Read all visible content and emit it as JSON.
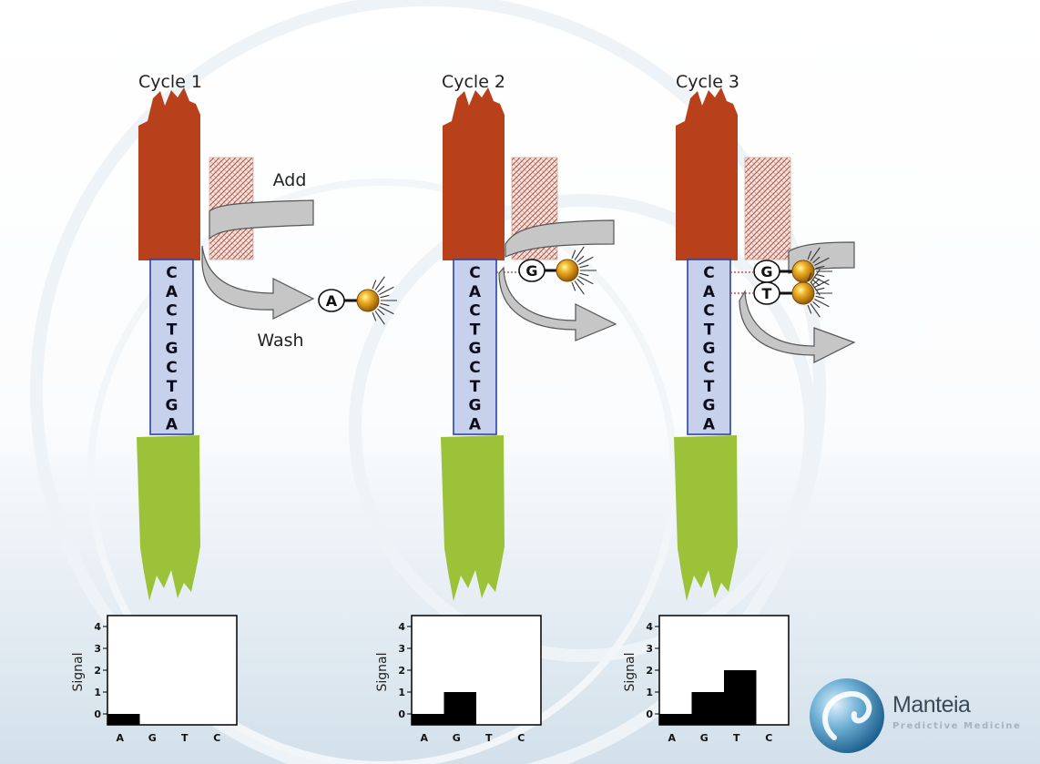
{
  "cycles": [
    {
      "title": "Cycle 1",
      "template_sequence": [
        "C",
        "A",
        "C",
        "T",
        "G",
        "C",
        "T",
        "G",
        "A"
      ],
      "added_nucleotides": [
        "A"
      ],
      "incorporated_count": 0,
      "chart_data": {
        "type": "bar",
        "categories": [
          "A",
          "G",
          "T",
          "C"
        ],
        "values": [
          0,
          null,
          null,
          null
        ],
        "ylabel": "Signal",
        "yticks": [
          "0",
          "1",
          "2",
          "3",
          "4"
        ],
        "ylim": [
          -0.5,
          4.5
        ]
      }
    },
    {
      "title": "Cycle 2",
      "template_sequence": [
        "C",
        "A",
        "C",
        "T",
        "G",
        "C",
        "T",
        "G",
        "A"
      ],
      "added_nucleotides": [
        "G"
      ],
      "incorporated_count": 1,
      "chart_data": {
        "type": "bar",
        "categories": [
          "A",
          "G",
          "T",
          "C"
        ],
        "values": [
          0,
          1,
          null,
          null
        ],
        "ylabel": "Signal",
        "yticks": [
          "0",
          "1",
          "2",
          "3",
          "4"
        ],
        "ylim": [
          -0.5,
          4.5
        ]
      }
    },
    {
      "title": "Cycle 3",
      "template_sequence": [
        "C",
        "A",
        "C",
        "T",
        "G",
        "C",
        "T",
        "G",
        "A"
      ],
      "added_nucleotides": [
        "G",
        "T"
      ],
      "incorporated_count": 2,
      "chart_data": {
        "type": "bar",
        "categories": [
          "A",
          "G",
          "T",
          "C"
        ],
        "values": [
          0,
          1,
          2,
          null
        ],
        "ylabel": "Signal",
        "yticks": [
          "0",
          "1",
          "2",
          "3",
          "4"
        ],
        "ylim": [
          -0.5,
          4.5
        ]
      }
    }
  ],
  "labels": {
    "add": "Add",
    "wash": "Wash"
  },
  "colors": {
    "primer": "#b8411b",
    "bead": "#9cc23a",
    "template_fill": "#c8d1ec",
    "template_stroke": "#2a44a6",
    "polymerase_hatch": "#b94a42",
    "arrow_fill": "#c6c6c6",
    "bar_fill": "#000000"
  },
  "logo": {
    "name": "Manteia",
    "tagline": "Predictive Medicine"
  }
}
